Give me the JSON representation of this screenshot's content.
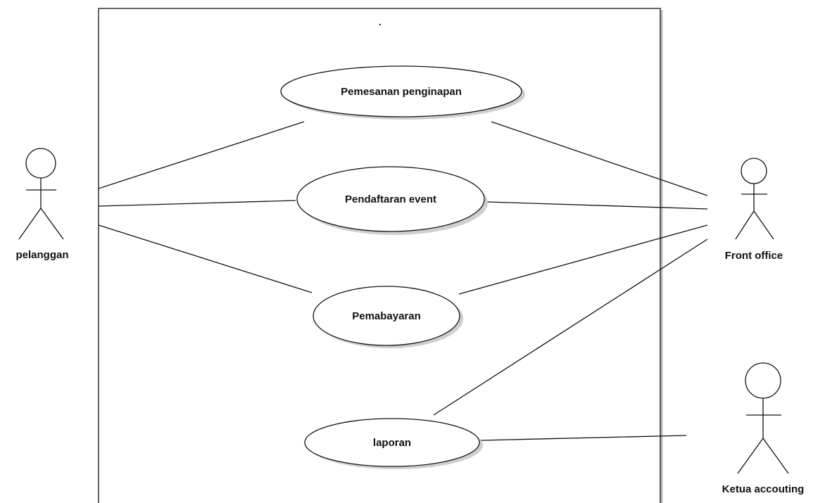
{
  "system": {
    "title": "."
  },
  "use_cases": {
    "pemesanan": "Pemesanan penginapan",
    "pendaftaran": "Pendaftaran event",
    "pembayaran": "Pemabayaran",
    "laporan": "laporan"
  },
  "actors": {
    "pelanggan": "pelanggan",
    "front_office": "Front office",
    "ketua_accouting": "Ketua accouting"
  },
  "colors": {
    "line": "#111111",
    "background": "#ffffff",
    "shadow": "#cfcfcf"
  }
}
